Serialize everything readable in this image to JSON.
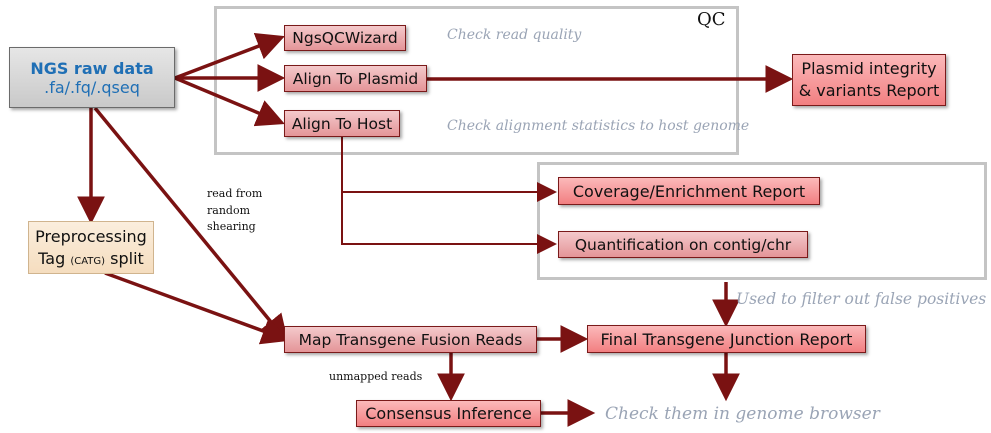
{
  "colors": {
    "arrow": "#7a1212",
    "frame": "#c4c4c4",
    "note": "#9aa4b5",
    "source_text": "#1f6fb5"
  },
  "source": {
    "title": "NGS raw data",
    "subtitle": ".fa/.fq/.qseq"
  },
  "preprocessing": {
    "line1": "Preprocessing",
    "line2_before": "Tag ",
    "line2_small": "(CATG)",
    "line2_after": " split"
  },
  "qc_group": {
    "label": "QC"
  },
  "nodes": {
    "ngsqc": "NgsQCWizard",
    "align_plasmid": "Align To Plasmid",
    "align_host": "Align To Host",
    "plasmid_report_line1": "Plasmid integrity",
    "plasmid_report_line2": "& variants Report",
    "coverage_report": "Coverage/Enrichment Report",
    "quantification": "Quantification on contig/chr",
    "map_fusion": "Map Transgene Fusion Reads",
    "final_report": "Final Transgene Junction Report",
    "consensus": "Consensus Inference"
  },
  "notes": {
    "check_quality": "Check read quality",
    "check_alignment": "Check alignment statistics to host genome",
    "filter": "Used to filter out false positives",
    "browser": "Check them in genome browser"
  },
  "edge_labels": {
    "random_shearing_1": "read from",
    "random_shearing_2": "random",
    "random_shearing_3": "shearing",
    "unmapped": "unmapped reads"
  }
}
